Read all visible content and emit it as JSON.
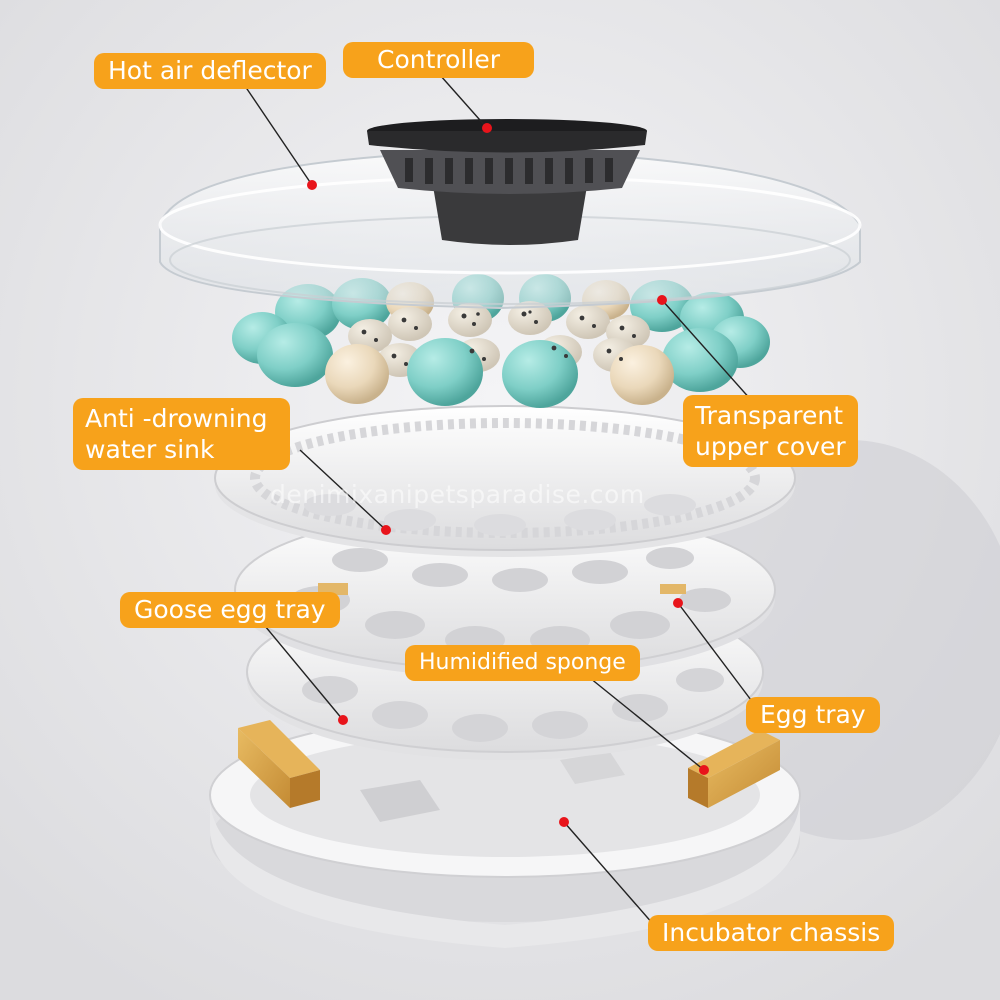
{
  "labels": {
    "hot_air_deflector": "Hot air deflector",
    "controller": "Controller",
    "transparent_upper_cover_1": "Transparent",
    "transparent_upper_cover_2": "upper cover",
    "anti_drowning_1": "Anti -drowning",
    "anti_drowning_2": "water sink",
    "goose_egg_tray": "Goose egg tray",
    "humidified_sponge": "Humidified sponge",
    "egg_tray": "Egg tray",
    "incubator_chassis": "Incubator chassis"
  },
  "watermark": "denimixanipetsparadise.com",
  "colors": {
    "label_bg": "#f7a21b",
    "label_text": "#ffffff",
    "leader_line": "#222222",
    "anchor_dot": "#e8141b",
    "egg_teal": "#7fcfc7",
    "egg_cream": "#eddcc0",
    "controller_dark": "#3a3a3c",
    "sponge": "#d9a54a"
  }
}
